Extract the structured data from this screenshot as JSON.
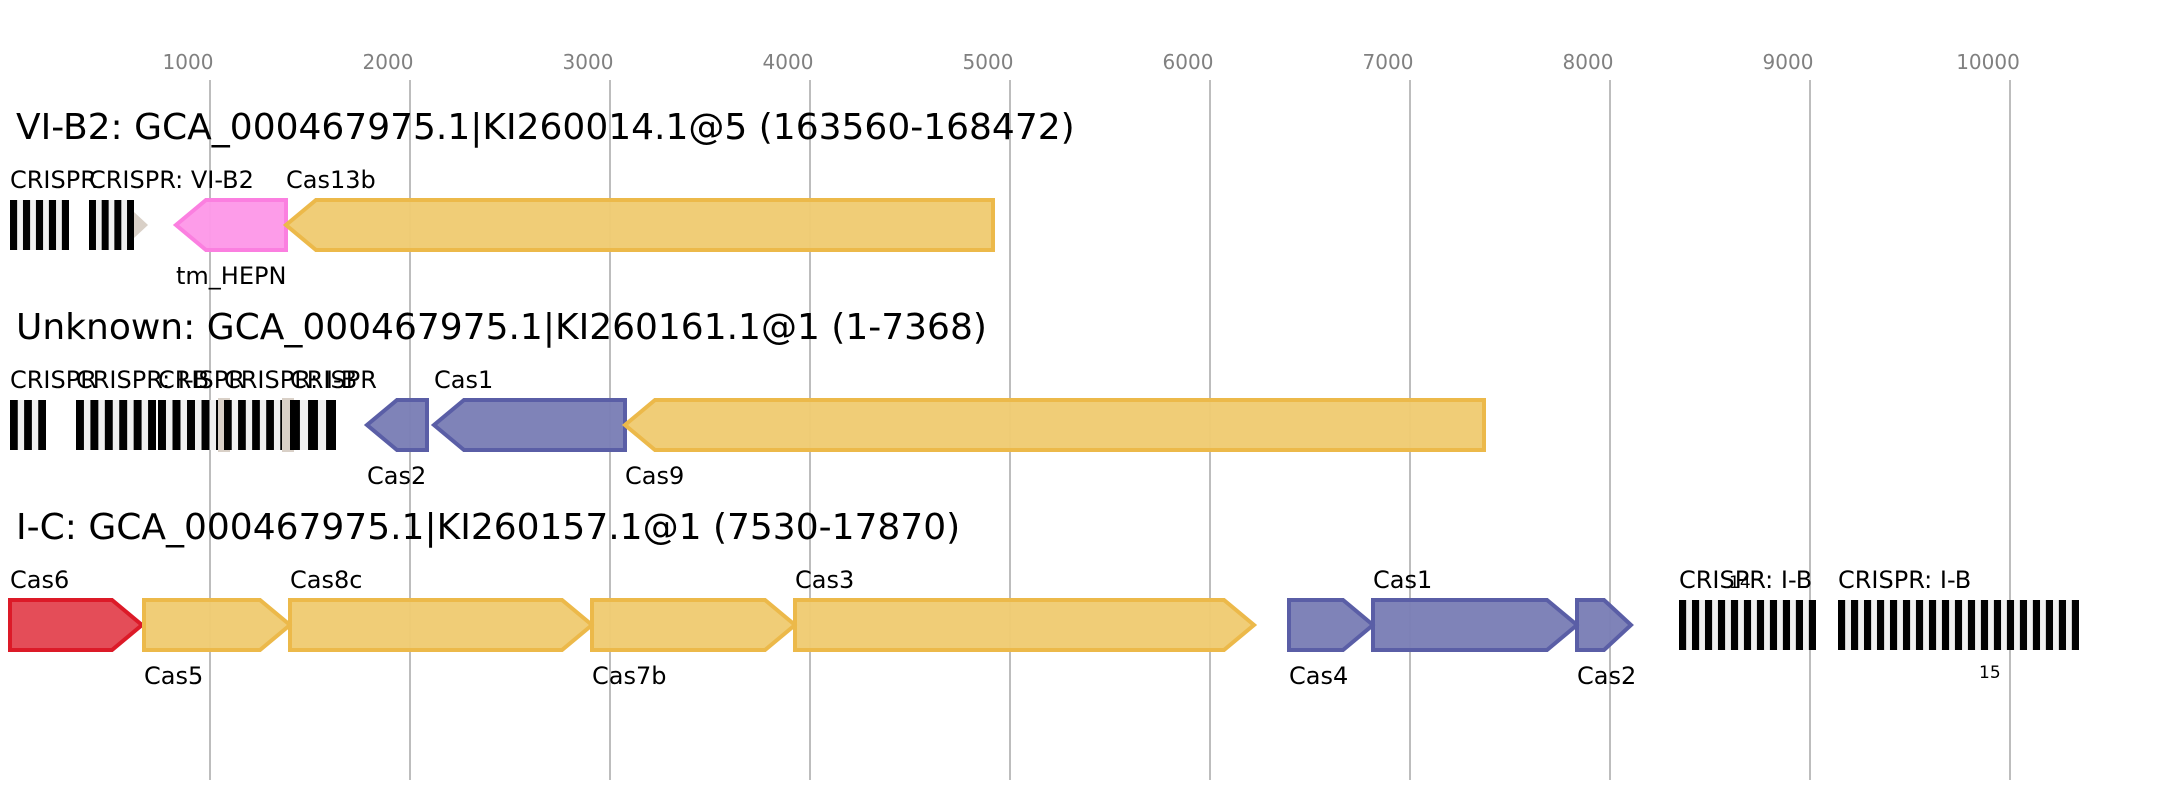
{
  "chart_data": {
    "type": "gene-map",
    "axis": {
      "ticks": [
        1000,
        2000,
        3000,
        4000,
        5000,
        6000,
        7000,
        8000,
        9000,
        10000
      ],
      "tick_labels": [
        "1000",
        "2000",
        "3000",
        "4000",
        "5000",
        "6000",
        "7000",
        "8000",
        "9000",
        "10000"
      ],
      "unit": "bp",
      "grid": true
    },
    "colors": {
      "yellow_fill": "#f0cb73",
      "yellow_stroke": "#ecb94a",
      "blue_fill": "#7b7fb6",
      "blue_stroke": "#5a5ea6",
      "pink_fill": "#fd99e8",
      "pink_stroke": "#fb7fe0",
      "red_fill": "#e34753",
      "red_stroke": "#dc1a28",
      "gray_fill": "#d9d0c7",
      "repeat_black": "#000000",
      "spacer_light": "#efefef"
    },
    "loci": [
      {
        "title": "VI-B2: GCA_000467975.1|KI260014.1@5 (163560-168472)",
        "features": [
          {
            "kind": "crispr",
            "label": "CRISPR",
            "start": 0,
            "end": 295,
            "repeats": 5,
            "label_pos": "above"
          },
          {
            "kind": "crispr",
            "label": "CRISPR: VI-B2",
            "start": 395,
            "end": 620,
            "repeats": 4,
            "label_pos": "above"
          },
          {
            "kind": "small",
            "label": "",
            "start": 620,
            "end": 690,
            "strand": "+",
            "color": "gray"
          },
          {
            "kind": "gene",
            "label": "tm_HEPN",
            "start": 830,
            "end": 1380,
            "strand": "-",
            "color": "pink",
            "label_pos": "below"
          },
          {
            "kind": "gene",
            "label": "Cas13b",
            "start": 1380,
            "end": 4915,
            "strand": "-",
            "color": "yellow",
            "label_pos": "above"
          }
        ]
      },
      {
        "title": "Unknown: GCA_000467975.1|KI260161.1@1 (1-7368)",
        "features": [
          {
            "kind": "crispr",
            "label": "CRISPR",
            "start": 0,
            "end": 180,
            "repeats": 3,
            "label_pos": "above"
          },
          {
            "kind": "crispr",
            "label": "CRISPR: I-B",
            "start": 330,
            "end": 730,
            "repeats": 6,
            "label_pos": "above"
          },
          {
            "kind": "crispr",
            "label": "CRISPR",
            "start": 740,
            "end": 1070,
            "repeats": 5,
            "gray_end": true,
            "label_pos": "above"
          },
          {
            "kind": "crispr",
            "label": "CRISPR: I-B",
            "start": 1070,
            "end": 1390,
            "repeats": 5,
            "gray_end": true,
            "label_pos": "above"
          },
          {
            "kind": "crispr",
            "label": "CRISPR",
            "start": 1400,
            "end": 1630,
            "repeats": 3,
            "label_pos": "above"
          },
          {
            "kind": "gene",
            "label": "Cas2",
            "start": 1785,
            "end": 2085,
            "strand": "-",
            "color": "blue",
            "label_pos": "below"
          },
          {
            "kind": "gene",
            "label": "Cas1",
            "start": 2120,
            "end": 3075,
            "strand": "-",
            "color": "blue",
            "label_pos": "above"
          },
          {
            "kind": "gene",
            "label": "Cas9",
            "start": 3075,
            "end": 7370,
            "strand": "-",
            "color": "yellow",
            "label_pos": "below"
          }
        ]
      },
      {
        "title": "I-C: GCA_000467975.1|KI260157.1@1 (7530-17870)",
        "features": [
          {
            "kind": "gene",
            "label": "Cas6",
            "start": 0,
            "end": 660,
            "strand": "+",
            "color": "red",
            "label_pos": "above"
          },
          {
            "kind": "gene",
            "label": "Cas5",
            "start": 670,
            "end": 1400,
            "strand": "+",
            "color": "yellow",
            "label_pos": "below"
          },
          {
            "kind": "gene",
            "label": "Cas8c",
            "start": 1400,
            "end": 2910,
            "strand": "+",
            "color": "yellow",
            "label_pos": "above"
          },
          {
            "kind": "gene",
            "label": "Cas7b",
            "start": 2910,
            "end": 3925,
            "strand": "+",
            "color": "yellow",
            "label_pos": "below"
          },
          {
            "kind": "gene",
            "label": "Cas3",
            "start": 3925,
            "end": 6220,
            "strand": "+",
            "color": "yellow",
            "label_pos": "above"
          },
          {
            "kind": "gene",
            "label": "Cas4",
            "start": 6395,
            "end": 6815,
            "strand": "+",
            "color": "blue",
            "label_pos": "below"
          },
          {
            "kind": "gene",
            "label": "Cas1",
            "start": 6815,
            "end": 7835,
            "strand": "+",
            "color": "blue",
            "label_pos": "above"
          },
          {
            "kind": "gene",
            "label": "Cas2",
            "start": 7835,
            "end": 8105,
            "strand": "+",
            "color": "blue",
            "label_pos": "below"
          },
          {
            "kind": "crispr",
            "label": "CRISPR: I-B",
            "start": 8345,
            "end": 9030,
            "repeats": 11,
            "label_pos": "above",
            "count": "14"
          },
          {
            "kind": "crispr",
            "label": "CRISPR: I-B",
            "start": 9140,
            "end": 10345,
            "repeats": 19,
            "label_pos": "above",
            "count": "15"
          }
        ]
      }
    ]
  }
}
